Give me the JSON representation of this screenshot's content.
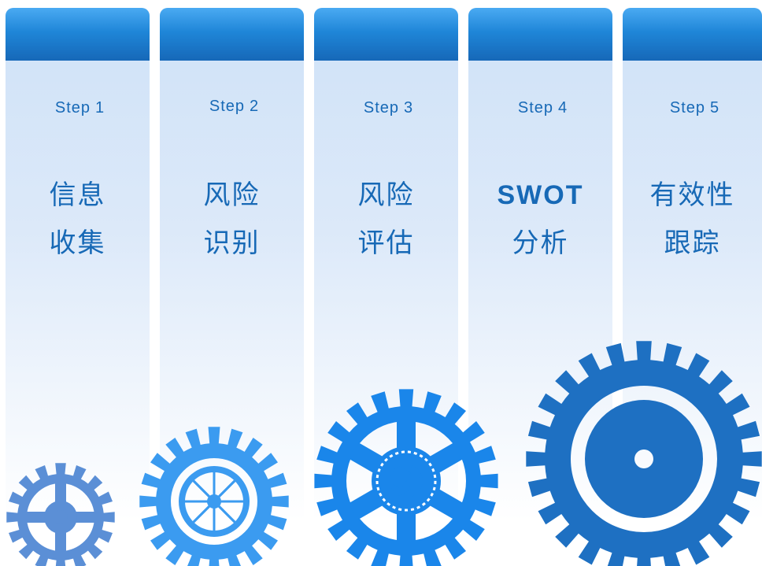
{
  "steps": [
    {
      "step_label": "Step",
      "number": "1",
      "line1": "信息",
      "line2": "收集"
    },
    {
      "step_label": "Step",
      "number": "2",
      "line1": "风险",
      "line2": "识别"
    },
    {
      "step_label": "Step",
      "number": "3",
      "line1": "风险",
      "line2": "评估"
    },
    {
      "step_label": "Step",
      "number": "4",
      "line1": "SWOT",
      "line2": "分析"
    },
    {
      "step_label": "Step",
      "number": "5",
      "line1": "有效性",
      "line2": "跟踪"
    }
  ],
  "colors": {
    "header_top": "#4aaaf2",
    "header_bottom": "#1668b8",
    "text": "#1769b6",
    "gear_1": "#5b8fd6",
    "gear_2": "#3b9bf0",
    "gear_3": "#1a86ea",
    "gear_4": "#1e70c2"
  }
}
